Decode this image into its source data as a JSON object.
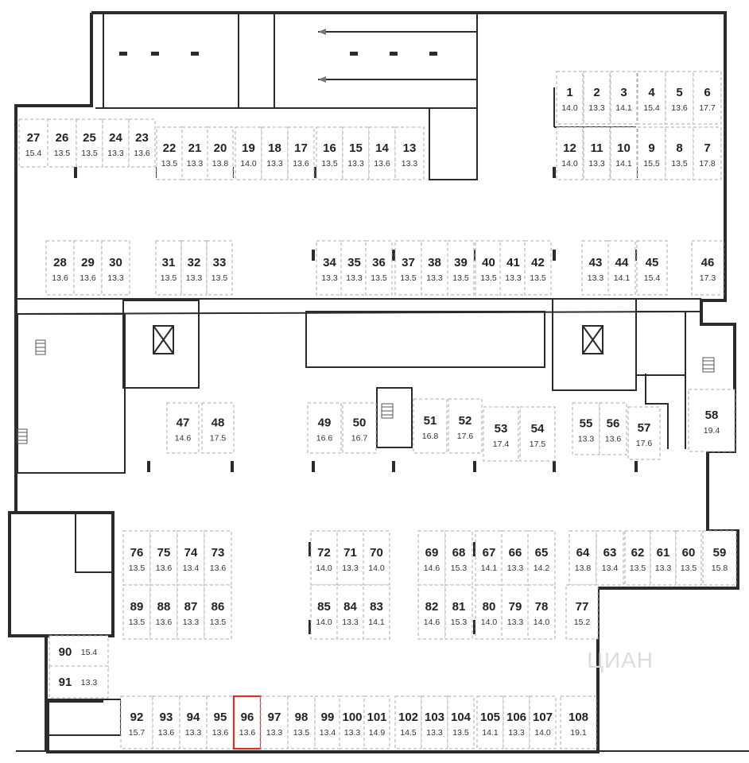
{
  "watermark": "ЦИАН",
  "colors": {
    "wall": "#2b2b2b",
    "slot_border": "#a8a8a8",
    "highlight": "#d9302c"
  },
  "highlighted_spot": "96",
  "spots": [
    {
      "n": "1",
      "a": "14.0"
    },
    {
      "n": "2",
      "a": "13.3"
    },
    {
      "n": "3",
      "a": "14.1"
    },
    {
      "n": "4",
      "a": "15.4"
    },
    {
      "n": "5",
      "a": "13.6"
    },
    {
      "n": "6",
      "a": "17.7"
    },
    {
      "n": "12",
      "a": "14.0"
    },
    {
      "n": "11",
      "a": "13.3"
    },
    {
      "n": "10",
      "a": "14.1"
    },
    {
      "n": "9",
      "a": "15.5"
    },
    {
      "n": "8",
      "a": "13.5"
    },
    {
      "n": "7",
      "a": "17.8"
    },
    {
      "n": "27",
      "a": "15.4"
    },
    {
      "n": "26",
      "a": "13.5"
    },
    {
      "n": "25",
      "a": "13.5"
    },
    {
      "n": "24",
      "a": "13.3"
    },
    {
      "n": "23",
      "a": "13.6"
    },
    {
      "n": "22",
      "a": "13.5"
    },
    {
      "n": "21",
      "a": "13.3"
    },
    {
      "n": "20",
      "a": "13.8"
    },
    {
      "n": "19",
      "a": "14.0"
    },
    {
      "n": "18",
      "a": "13.3"
    },
    {
      "n": "17",
      "a": "13.6"
    },
    {
      "n": "16",
      "a": "13.5"
    },
    {
      "n": "15",
      "a": "13.3"
    },
    {
      "n": "14",
      "a": "13.6"
    },
    {
      "n": "13",
      "a": "13.3"
    },
    {
      "n": "28",
      "a": "13.6"
    },
    {
      "n": "29",
      "a": "13.6"
    },
    {
      "n": "30",
      "a": "13.3"
    },
    {
      "n": "31",
      "a": "13.5"
    },
    {
      "n": "32",
      "a": "13.3"
    },
    {
      "n": "33",
      "a": "13.5"
    },
    {
      "n": "34",
      "a": "13.3"
    },
    {
      "n": "35",
      "a": "13.3"
    },
    {
      "n": "36",
      "a": "13.5"
    },
    {
      "n": "37",
      "a": "13.5"
    },
    {
      "n": "38",
      "a": "13.3"
    },
    {
      "n": "39",
      "a": "13.5"
    },
    {
      "n": "40",
      "a": "13.5"
    },
    {
      "n": "41",
      "a": "13.3"
    },
    {
      "n": "42",
      "a": "13.5"
    },
    {
      "n": "43",
      "a": "13.3"
    },
    {
      "n": "44",
      "a": "14.1"
    },
    {
      "n": "45",
      "a": "15.4"
    },
    {
      "n": "46",
      "a": "17.3"
    },
    {
      "n": "47",
      "a": "14.6"
    },
    {
      "n": "48",
      "a": "17.5"
    },
    {
      "n": "49",
      "a": "16.6"
    },
    {
      "n": "50",
      "a": "16.7"
    },
    {
      "n": "51",
      "a": "16.8"
    },
    {
      "n": "52",
      "a": "17.6"
    },
    {
      "n": "53",
      "a": "17.4"
    },
    {
      "n": "54",
      "a": "17.5"
    },
    {
      "n": "55",
      "a": "13.3"
    },
    {
      "n": "56",
      "a": "13.6"
    },
    {
      "n": "57",
      "a": "17.6"
    },
    {
      "n": "58",
      "a": "19.4"
    },
    {
      "n": "76",
      "a": "13.5"
    },
    {
      "n": "75",
      "a": "13.6"
    },
    {
      "n": "74",
      "a": "13.4"
    },
    {
      "n": "73",
      "a": "13.6"
    },
    {
      "n": "72",
      "a": "14.0"
    },
    {
      "n": "71",
      "a": "13.3"
    },
    {
      "n": "70",
      "a": "14.0"
    },
    {
      "n": "69",
      "a": "14.6"
    },
    {
      "n": "68",
      "a": "15.3"
    },
    {
      "n": "67",
      "a": "14.1"
    },
    {
      "n": "66",
      "a": "13.3"
    },
    {
      "n": "65",
      "a": "14.2"
    },
    {
      "n": "64",
      "a": "13.8"
    },
    {
      "n": "63",
      "a": "13.4"
    },
    {
      "n": "62",
      "a": "13.5"
    },
    {
      "n": "61",
      "a": "13.3"
    },
    {
      "n": "60",
      "a": "13.5"
    },
    {
      "n": "59",
      "a": "15.8"
    },
    {
      "n": "89",
      "a": "13.5"
    },
    {
      "n": "88",
      "a": "13.6"
    },
    {
      "n": "87",
      "a": "13.3"
    },
    {
      "n": "86",
      "a": "13.5"
    },
    {
      "n": "85",
      "a": "14.0"
    },
    {
      "n": "84",
      "a": "13.3"
    },
    {
      "n": "83",
      "a": "14.1"
    },
    {
      "n": "82",
      "a": "14.6"
    },
    {
      "n": "81",
      "a": "15.3"
    },
    {
      "n": "80",
      "a": "14.0"
    },
    {
      "n": "79",
      "a": "13.3"
    },
    {
      "n": "78",
      "a": "14.0"
    },
    {
      "n": "77",
      "a": "15.2"
    },
    {
      "n": "90",
      "a": "15.4"
    },
    {
      "n": "91",
      "a": "13.3"
    },
    {
      "n": "92",
      "a": "15.7"
    },
    {
      "n": "93",
      "a": "13.6"
    },
    {
      "n": "94",
      "a": "13.3"
    },
    {
      "n": "95",
      "a": "13.6"
    },
    {
      "n": "96",
      "a": "13.6"
    },
    {
      "n": "97",
      "a": "13.3"
    },
    {
      "n": "98",
      "a": "13.5"
    },
    {
      "n": "99",
      "a": "13.4"
    },
    {
      "n": "100",
      "a": "13.3"
    },
    {
      "n": "101",
      "a": "14.9"
    },
    {
      "n": "102",
      "a": "14.5"
    },
    {
      "n": "103",
      "a": "13.3"
    },
    {
      "n": "104",
      "a": "13.5"
    },
    {
      "n": "105",
      "a": "14.1"
    },
    {
      "n": "106",
      "a": "13.3"
    },
    {
      "n": "107",
      "a": "14.0"
    },
    {
      "n": "108",
      "a": "19.1"
    }
  ]
}
